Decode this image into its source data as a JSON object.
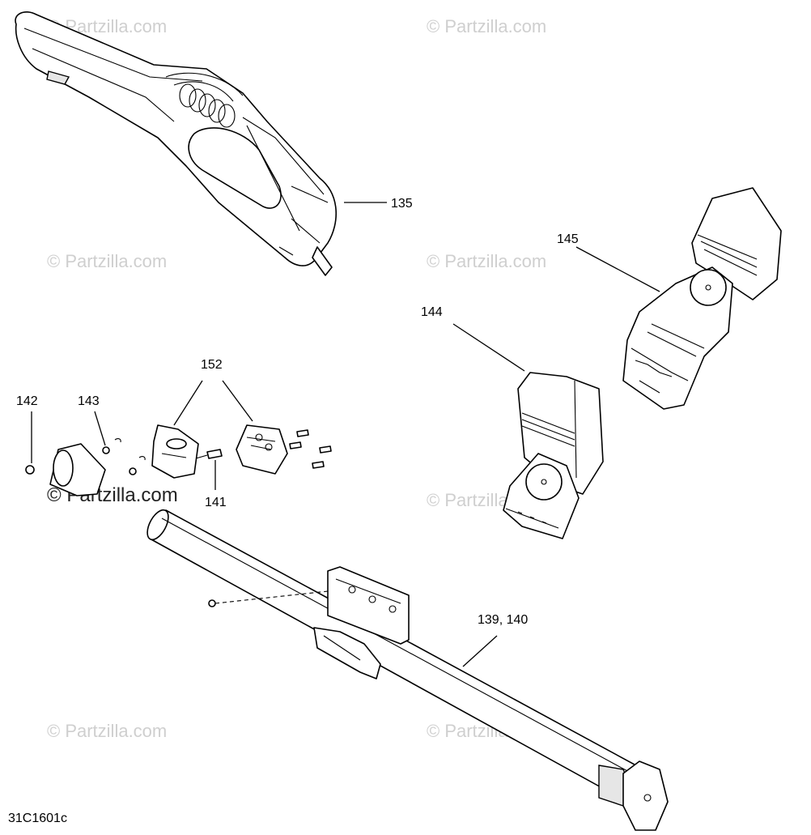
{
  "diagram_code": "31C1601c",
  "watermark_text": "© Partzilla.com",
  "callouts": {
    "c135": "135",
    "c145": "145",
    "c144": "144",
    "c152": "152",
    "c142": "142",
    "c143": "143",
    "c141": "141",
    "c139_140": "139, 140"
  },
  "colors": {
    "line": "#000000",
    "watermark": "#cfcfcf",
    "background": "#ffffff"
  }
}
